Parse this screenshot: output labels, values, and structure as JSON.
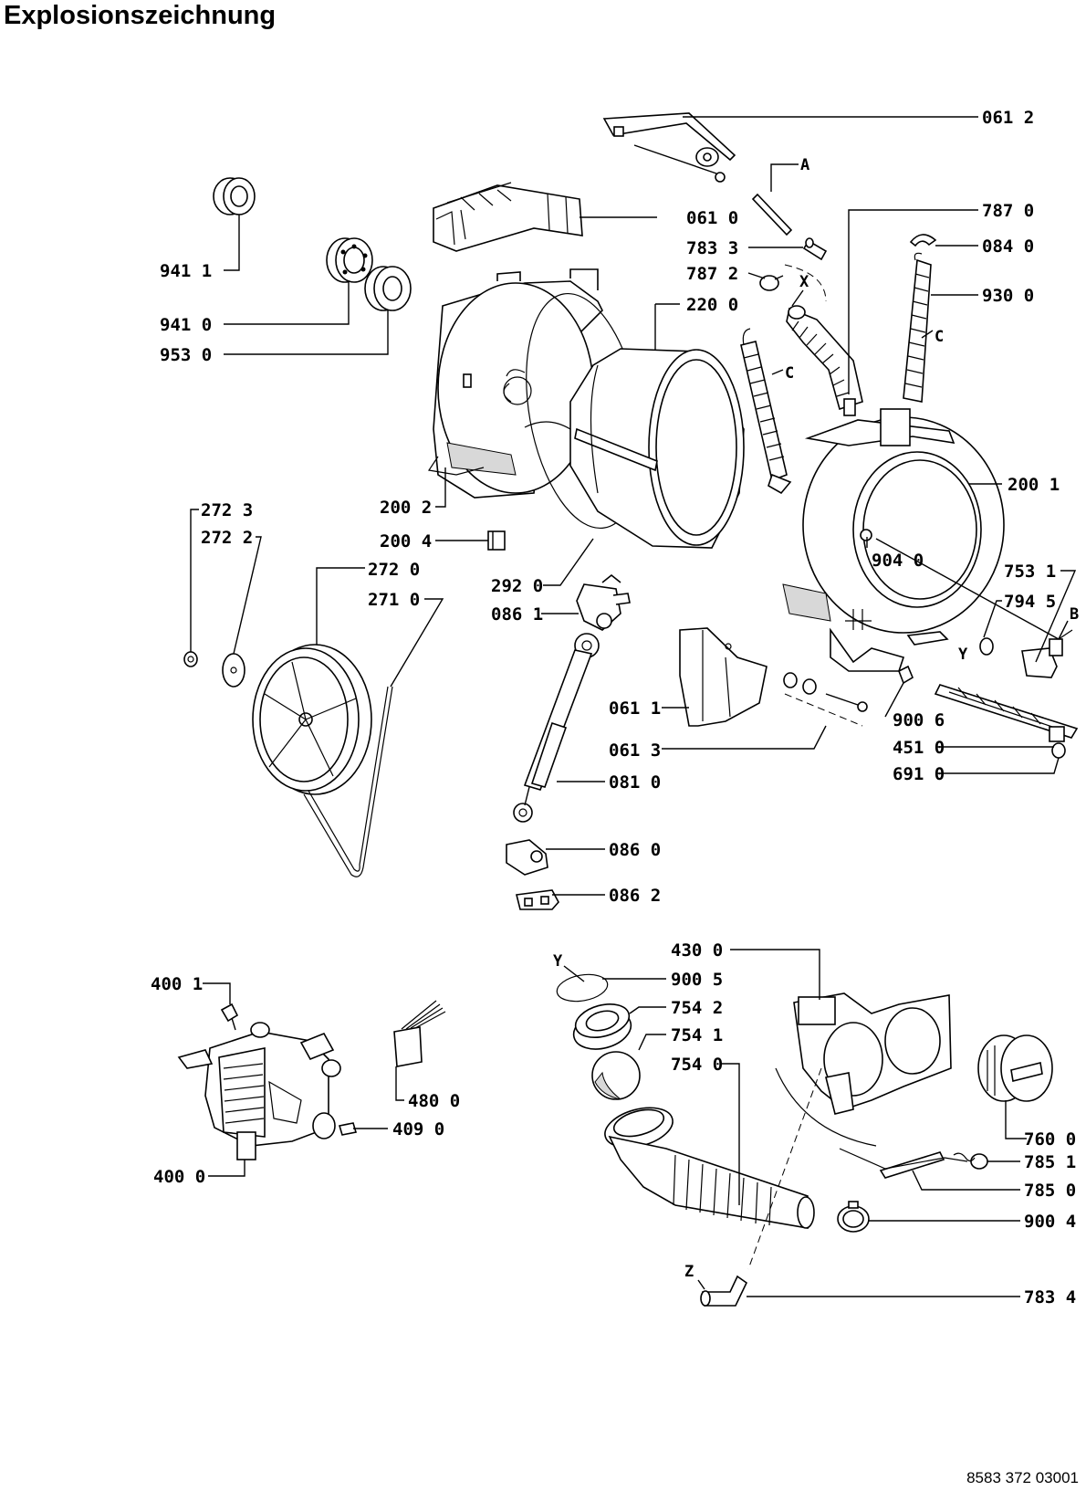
{
  "title": "Explosionszeichnung",
  "document_number": "8583 372 03001",
  "part_labels": [
    {
      "id": "061-2",
      "text": "061 2"
    },
    {
      "id": "061-0",
      "text": "061 0"
    },
    {
      "id": "783-3",
      "text": "783 3"
    },
    {
      "id": "787-2",
      "text": "787 2"
    },
    {
      "id": "220-0",
      "text": "220 0"
    },
    {
      "id": "787-0",
      "text": "787 0"
    },
    {
      "id": "084-0",
      "text": "084 0"
    },
    {
      "id": "930-0",
      "text": "930 0"
    },
    {
      "id": "941-1",
      "text": "941 1"
    },
    {
      "id": "941-0",
      "text": "941 0"
    },
    {
      "id": "953-0",
      "text": "953 0"
    },
    {
      "id": "200-2",
      "text": "200 2"
    },
    {
      "id": "200-1",
      "text": "200 1"
    },
    {
      "id": "200-4",
      "text": "200 4"
    },
    {
      "id": "272-3",
      "text": "272 3"
    },
    {
      "id": "272-2",
      "text": "272 2"
    },
    {
      "id": "272-0",
      "text": "272 0"
    },
    {
      "id": "271-0",
      "text": "271 0"
    },
    {
      "id": "292-0",
      "text": "292 0"
    },
    {
      "id": "086-1",
      "text": "086 1"
    },
    {
      "id": "904-0",
      "text": "904 0"
    },
    {
      "id": "753-1",
      "text": "753 1"
    },
    {
      "id": "794-5",
      "text": "794 5"
    },
    {
      "id": "061-1",
      "text": "061 1"
    },
    {
      "id": "061-3",
      "text": "061 3"
    },
    {
      "id": "900-6",
      "text": "900 6"
    },
    {
      "id": "451-0",
      "text": "451 0"
    },
    {
      "id": "691-0",
      "text": "691 0"
    },
    {
      "id": "081-0",
      "text": "081 0"
    },
    {
      "id": "086-0",
      "text": "086 0"
    },
    {
      "id": "086-2",
      "text": "086 2"
    },
    {
      "id": "400-1",
      "text": "400 1"
    },
    {
      "id": "480-0",
      "text": "480 0"
    },
    {
      "id": "409-0",
      "text": "409 0"
    },
    {
      "id": "400-0",
      "text": "400 0"
    },
    {
      "id": "430-0",
      "text": "430 0"
    },
    {
      "id": "900-5",
      "text": "900 5"
    },
    {
      "id": "754-2",
      "text": "754 2"
    },
    {
      "id": "754-1",
      "text": "754 1"
    },
    {
      "id": "754-0",
      "text": "754 0"
    },
    {
      "id": "760-0",
      "text": "760 0"
    },
    {
      "id": "785-1",
      "text": "785 1"
    },
    {
      "id": "785-0",
      "text": "785 0"
    },
    {
      "id": "900-4",
      "text": "900 4"
    },
    {
      "id": "783-4",
      "text": "783 4"
    }
  ],
  "reference_letters": {
    "A": "A",
    "X": "X",
    "C": "C",
    "Y": "Y",
    "B": "B",
    "Z": "Z"
  }
}
